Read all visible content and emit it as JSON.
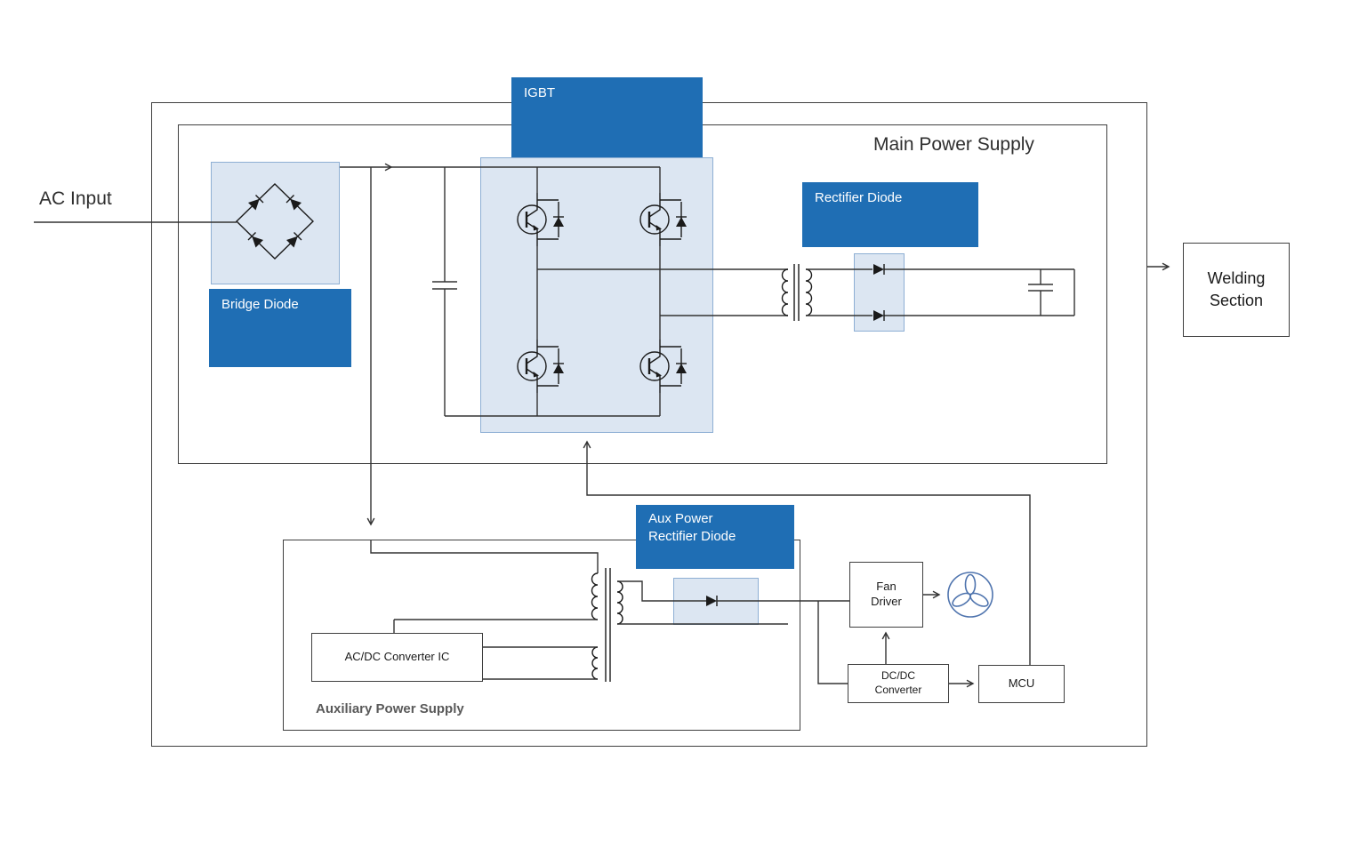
{
  "diagram": {
    "type": "block-schematic",
    "labels": {
      "ac_input": "AC Input",
      "main_power_supply": "Main Power Supply",
      "igbt": "IGBT",
      "bridge_diode": "Bridge Diode",
      "rectifier_diode": "Rectifier Diode",
      "aux_power_rectifier_diode": "Aux Power\nRectifier Diode",
      "welding_section": "Welding\nSection",
      "auxiliary_power_supply": "Auxiliary Power Supply",
      "acdc_converter_ic": "AC/DC Converter IC",
      "fan_driver": "Fan\nDriver",
      "dcdc_converter": "DC/DC\nConverter",
      "mcu": "MCU"
    },
    "colors": {
      "callout_blue": "#1f6eb4",
      "component_fill": "#dce6f2",
      "component_border": "#8eafd4",
      "wire": "#333333",
      "fan_blue": "#4f74ae"
    }
  }
}
